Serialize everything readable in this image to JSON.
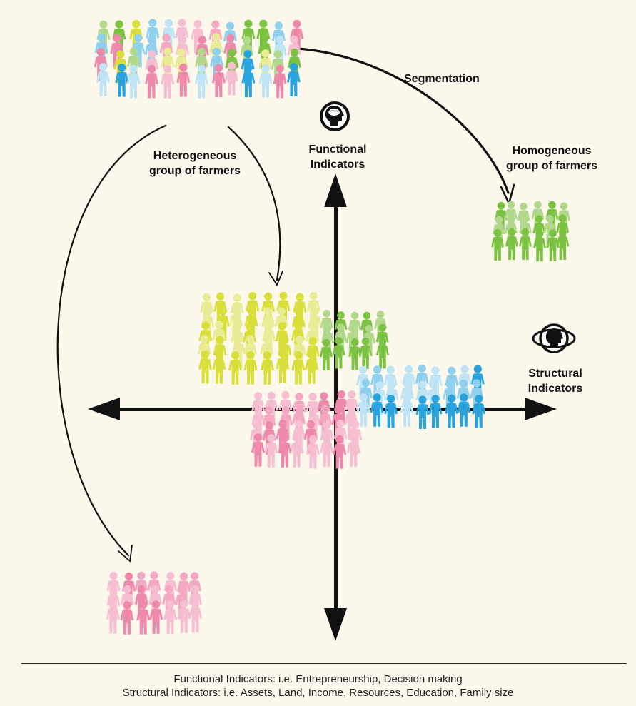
{
  "labels": {
    "segmentation": "Segmentation",
    "heterogeneous_line1": "Heterogeneous",
    "heterogeneous_line2": "group of farmers",
    "homogeneous_line1": "Homogeneous",
    "homogeneous_line2": "group of farmers",
    "functional_line1": "Functional",
    "functional_line2": "Indicators",
    "structural_line1": "Structural",
    "structural_line2": "Indicators"
  },
  "footnote": {
    "line1": "Functional Indicators: i.e. Entrepreneurship, Decision making",
    "line2": "Structural Indicators: i.e. Assets, Land, Income, Resources, Education, Family size"
  },
  "icons": {
    "functional": "brain-head-icon",
    "structural": "head-orbit-icon"
  },
  "colors": {
    "background": "#fdf8ec",
    "arrow": "#111111",
    "green": "#7cc242",
    "yellow": "#d8df3a",
    "blue": "#29a3dd",
    "light_blue": "#bfe4f5",
    "pink": "#ee89ab",
    "light_pink": "#f6bfd1"
  }
}
